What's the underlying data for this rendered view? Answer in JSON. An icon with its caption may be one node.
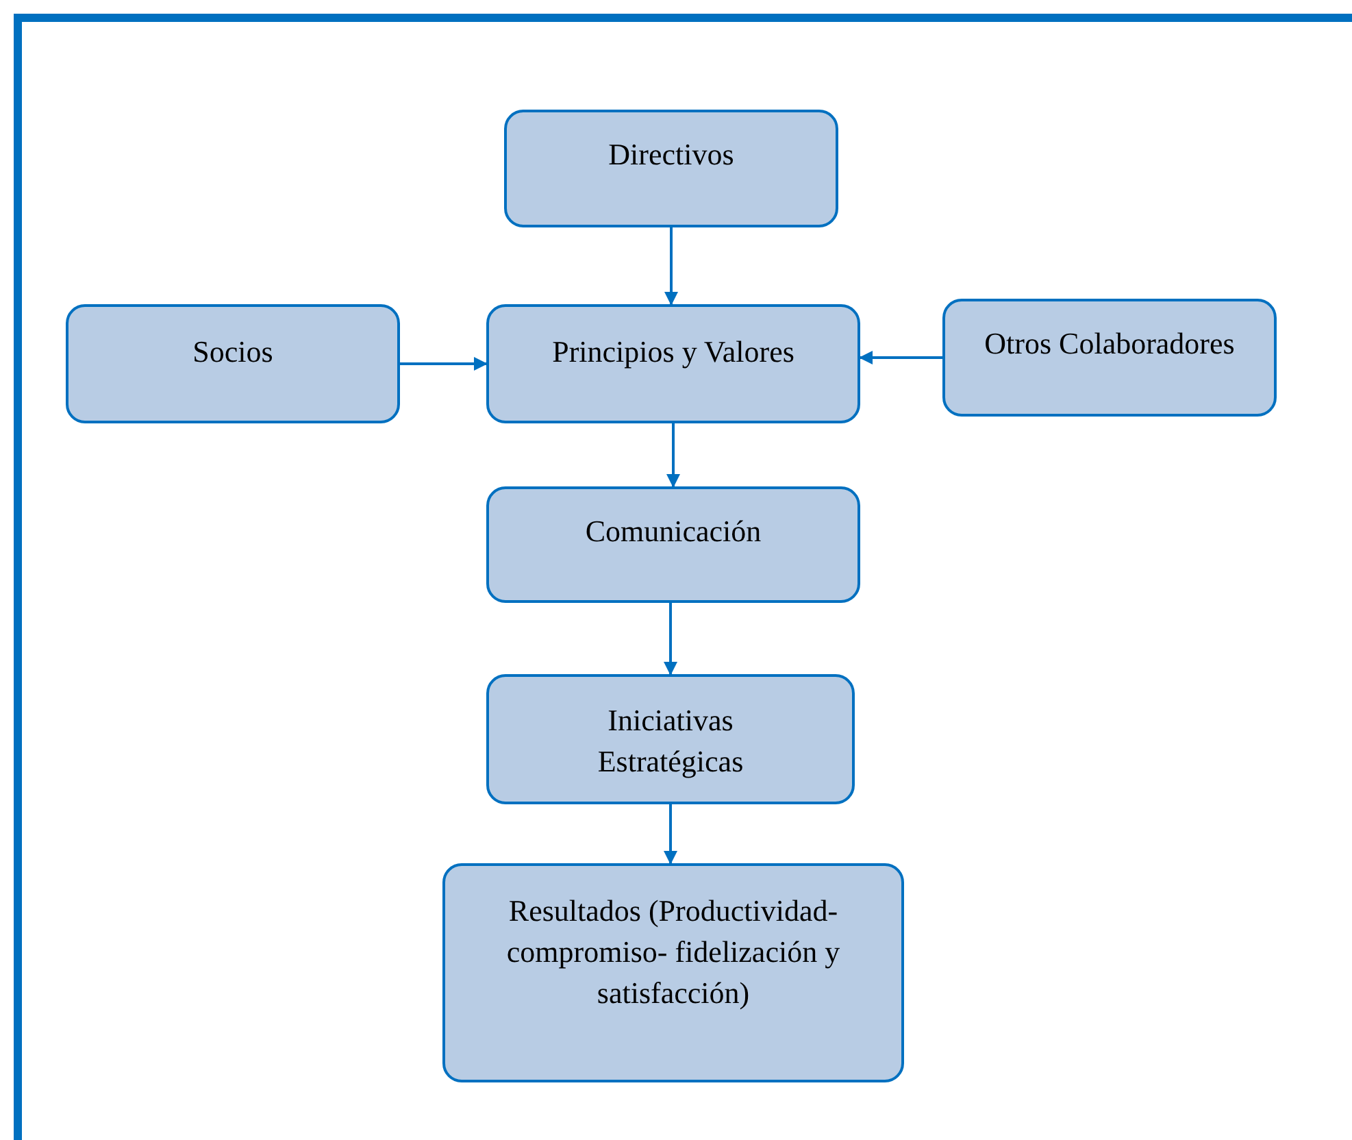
{
  "diagram": {
    "nodes": [
      {
        "text": [
          "Directivos"
        ]
      },
      {
        "text": [
          "Socios"
        ]
      },
      {
        "text": [
          "Principios y Valores"
        ]
      },
      {
        "text": [
          "Otros Colaboradores"
        ]
      },
      {
        "text": [
          "Comunicación"
        ]
      },
      {
        "text": [
          "Iniciativas Estratégicas"
        ]
      },
      {
        "text": [
          "Resultados (Productividad- compromiso- fidelización y satisfacción)"
        ]
      }
    ],
    "edges": [
      {
        "from": 0,
        "to": 2,
        "arrow": "to"
      },
      {
        "from": 1,
        "to": 2,
        "arrow": "to"
      },
      {
        "from": 3,
        "to": 2,
        "arrow": "to"
      },
      {
        "from": 2,
        "to": 4,
        "arrow": "to"
      },
      {
        "from": 4,
        "to": 5,
        "arrow": "to"
      },
      {
        "from": 5,
        "to": 6,
        "arrow": "to"
      }
    ]
  }
}
